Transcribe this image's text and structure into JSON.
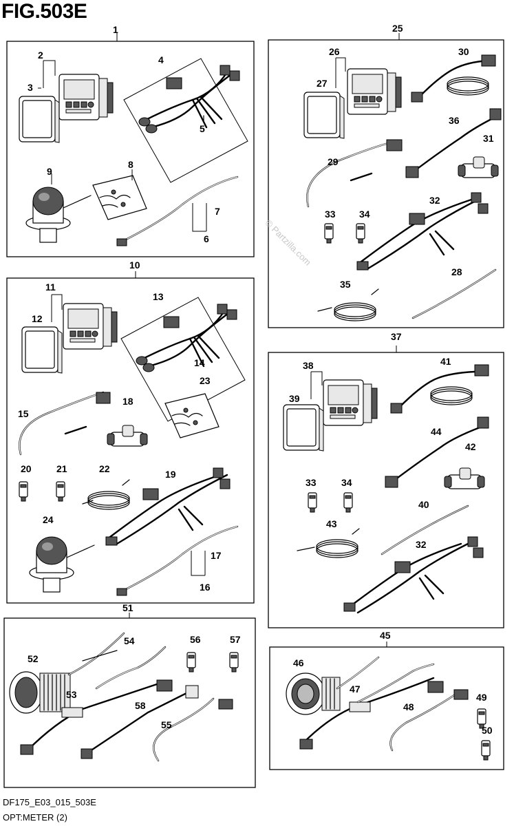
{
  "figure_title": "FIG.503E",
  "footer": {
    "code": "DF175_E03_015_503E",
    "caption": "OPT:METER (2)"
  },
  "watermark": "© Partzilla.com",
  "callouts": {
    "c1": "1",
    "c2": "2",
    "c3": "3",
    "c4": "4",
    "c5": "5",
    "c6": "6",
    "c7": "7",
    "c8": "8",
    "c9": "9",
    "c10": "10",
    "c11": "11",
    "c12": "12",
    "c13": "13",
    "c14": "14",
    "c15": "15",
    "c16": "16",
    "c17": "17",
    "c18": "18",
    "c19": "19",
    "c20": "20",
    "c21": "21",
    "c22": "22",
    "c23": "23",
    "c24": "24",
    "c25": "25",
    "c26": "26",
    "c27": "27",
    "c28": "28",
    "c29": "29",
    "c30": "30",
    "c31": "31",
    "c32a": "32",
    "c33a": "33",
    "c34a": "34",
    "c35": "35",
    "c36": "36",
    "c37": "37",
    "c38": "38",
    "c39": "39",
    "c40": "40",
    "c41": "41",
    "c42": "42",
    "c43": "43",
    "c44": "44",
    "c32b": "32",
    "c33b": "33",
    "c34b": "34",
    "c45": "45",
    "c46": "46",
    "c47": "47",
    "c48": "48",
    "c49": "49",
    "c50": "50",
    "c51": "51",
    "c52": "52",
    "c53": "53",
    "c54": "54",
    "c55": "55",
    "c56": "56",
    "c57": "57",
    "c58": "58"
  }
}
